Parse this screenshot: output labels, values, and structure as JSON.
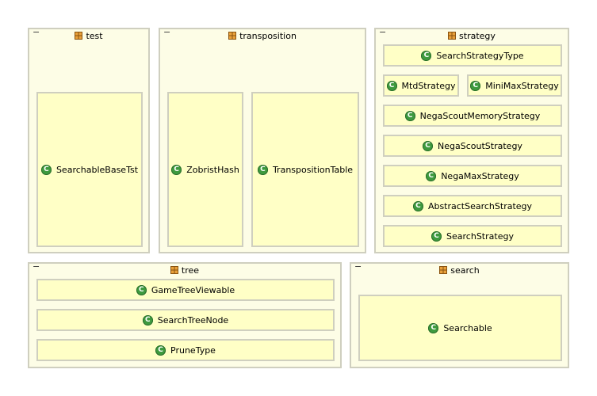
{
  "icons": {
    "class_icon": "class-c-icon",
    "class_icon_letter": "C",
    "package_icon": "package-icon",
    "collapse_icon": "collapse-icon",
    "collapse_glyph": "−"
  },
  "colors": {
    "package_bg": "#fdfde6",
    "class_bg": "#ffffc6",
    "border": "#cfcfbf",
    "class_icon": "#3e9a3e",
    "package_icon": "#c07b1c"
  },
  "packages": {
    "test": {
      "name": "test",
      "classes": [
        "SearchableBaseTst"
      ]
    },
    "transposition": {
      "name": "transposition",
      "classes": [
        "ZobristHash",
        "TranspositionTable"
      ]
    },
    "strategy": {
      "name": "strategy",
      "classes": [
        "SearchStrategyType",
        "MtdStrategy",
        "MiniMaxStrategy",
        "NegaScoutMemoryStrategy",
        "NegaScoutStrategy",
        "NegaMaxStrategy",
        "AbstractSearchStrategy",
        "SearchStrategy"
      ]
    },
    "tree": {
      "name": "tree",
      "classes": [
        "GameTreeViewable",
        "SearchTreeNode",
        "PruneType"
      ]
    },
    "search": {
      "name": "search",
      "classes": [
        "Searchable"
      ]
    }
  }
}
